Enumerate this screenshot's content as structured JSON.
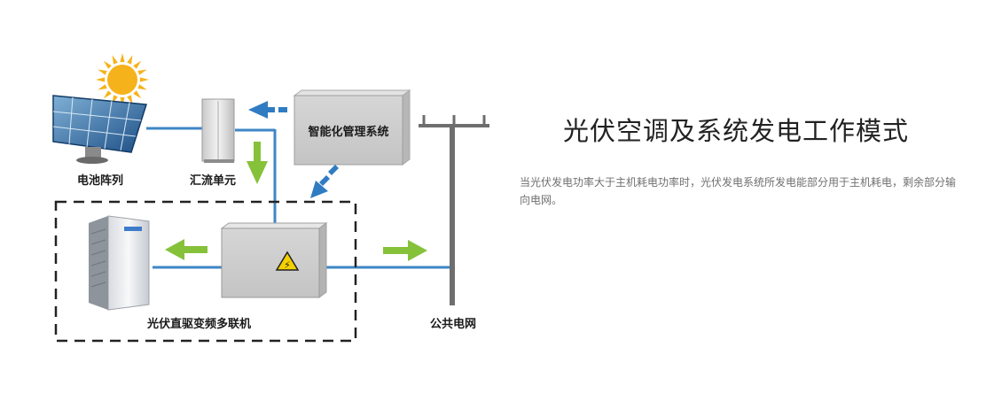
{
  "title": "光伏空调及系统发电工作模式",
  "description": "当光伏发电功率大于主机耗电功率时，光伏发电系统所发电能部分用于主机耗电，剩余部分输向电网。",
  "diagram": {
    "labels": {
      "solar_array": "电池阵列",
      "combiner": "汇流单元",
      "management": "智能化管理系统",
      "vrf_unit": "光伏直驱变频多联机",
      "grid": "公共电网"
    }
  },
  "colors": {
    "wire": "#3d86c6",
    "arrow_green": "#86c13a",
    "arrow_blue": "#2f7cc2",
    "dashed_border": "#222222",
    "sun": "#f6b21a"
  },
  "icons": [
    "sun-icon",
    "solar-panel-icon",
    "combiner-box-icon",
    "management-system-icon",
    "inverter-box-icon",
    "warning-icon",
    "outdoor-unit-icon",
    "utility-pole-icon"
  ]
}
